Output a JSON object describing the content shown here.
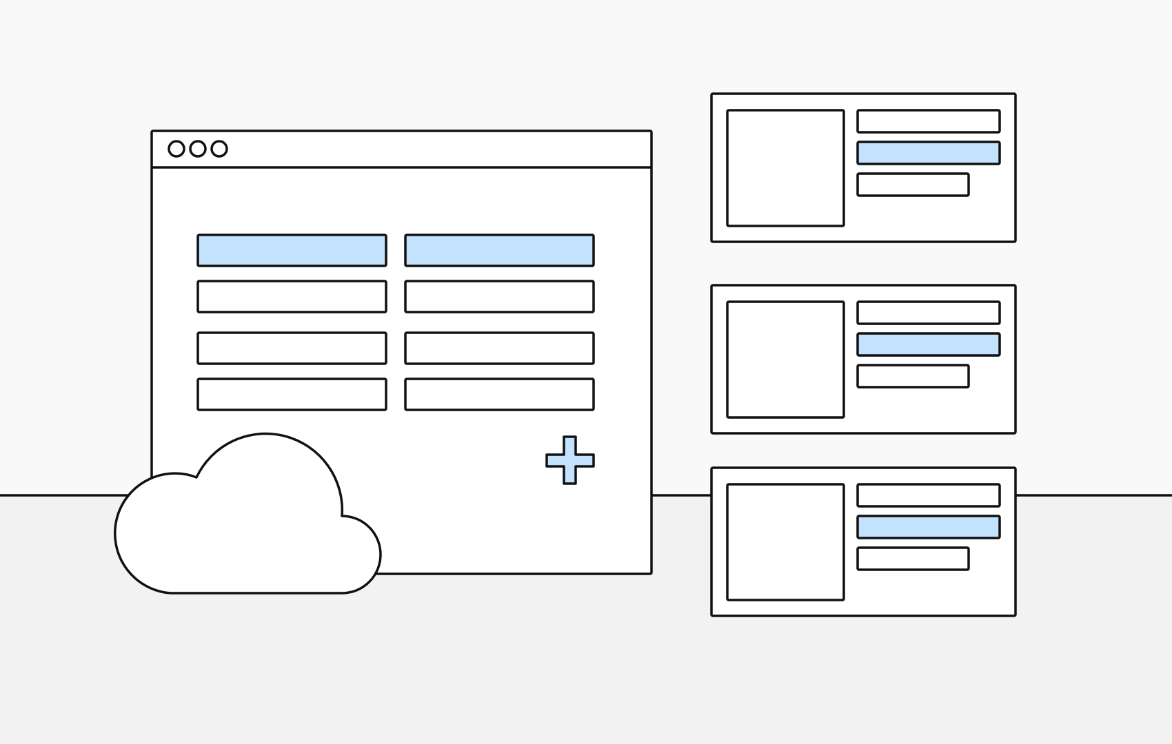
{
  "illustration": {
    "colors": {
      "background_top": "#f9f9f9",
      "background_bottom": "#f2f2f2",
      "stroke": "#111111",
      "fill": "#ffffff",
      "highlight": "#c2e2fd"
    },
    "browser_window": {
      "window_controls": [
        "circle",
        "circle",
        "circle"
      ],
      "form_rows": [
        {
          "left": "highlighted",
          "right": "highlighted"
        },
        {
          "left": "plain",
          "right": "plain"
        },
        {
          "left": "plain",
          "right": "plain"
        },
        {
          "left": "plain",
          "right": "plain"
        }
      ],
      "add_icon": "plus-icon"
    },
    "cloud_icon": "cloud-icon",
    "cards": [
      {
        "image": "image-placeholder",
        "lines": [
          "plain",
          "highlighted",
          "plain-short"
        ]
      },
      {
        "image": "image-placeholder",
        "lines": [
          "plain",
          "highlighted",
          "plain-short"
        ]
      },
      {
        "image": "image-placeholder",
        "lines": [
          "plain",
          "highlighted",
          "plain-short"
        ]
      }
    ]
  }
}
